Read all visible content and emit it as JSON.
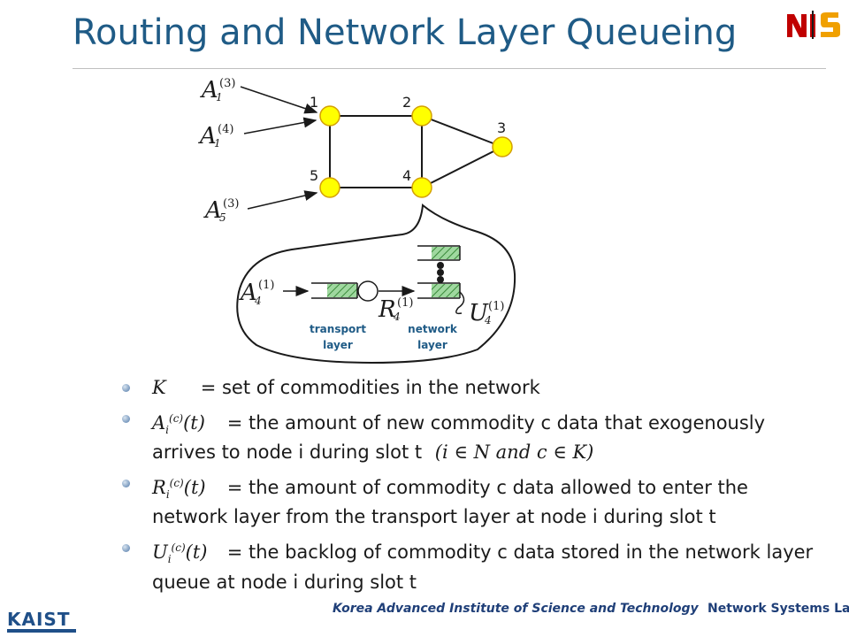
{
  "title": "Routing and Network Layer Queueing",
  "logo": "NiS",
  "diagram": {
    "nodes": [
      "1",
      "2",
      "3",
      "4",
      "5"
    ],
    "arrivals": [
      {
        "base": "A",
        "sub": "1",
        "sup": "(3)"
      },
      {
        "base": "A",
        "sub": "1",
        "sup": "(4)"
      },
      {
        "base": "A",
        "sub": "5",
        "sup": "(3)"
      }
    ],
    "zoom": {
      "input": {
        "base": "A",
        "sub": "4",
        "sup": "(1)"
      },
      "rate": {
        "base": "R",
        "sub": "4",
        "sup": "(1)"
      },
      "queue": {
        "base": "U",
        "sub": "4",
        "sup": "(1)"
      },
      "transport_label_1": "transport",
      "transport_label_2": "layer",
      "network_label_1": "network",
      "network_label_2": "layer"
    }
  },
  "bullets": [
    {
      "math": "K",
      "text": "= set of commodities in the network"
    },
    {
      "math_base": "A",
      "math_sub": "i",
      "math_sup": "(c)",
      "math_arg": "(t)",
      "text": "= the amount of new commodity c data that exogenously arrives to node i during slot t",
      "cond": "(i ∈ N and c ∈ K)"
    },
    {
      "math_base": "R",
      "math_sub": "i",
      "math_sup": "(c)",
      "math_arg": "(t)",
      "text": "= the amount of commodity c data allowed to enter the network layer from the transport layer at node i during slot t"
    },
    {
      "math_base": "U",
      "math_sub": "i",
      "math_sup": "(c)",
      "math_arg": "(t)",
      "text": "= the backlog of commodity c data stored in the network layer queue at node i during slot t"
    }
  ],
  "footer": {
    "institute": "Korea Advanced  Institute of Science  and Technology",
    "lab": "Network Systems Lab.",
    "kaist": "KAIST"
  },
  "colors": {
    "title": "#1f5b86",
    "node": "#ffff00",
    "hatch": "#6fbf6f"
  }
}
